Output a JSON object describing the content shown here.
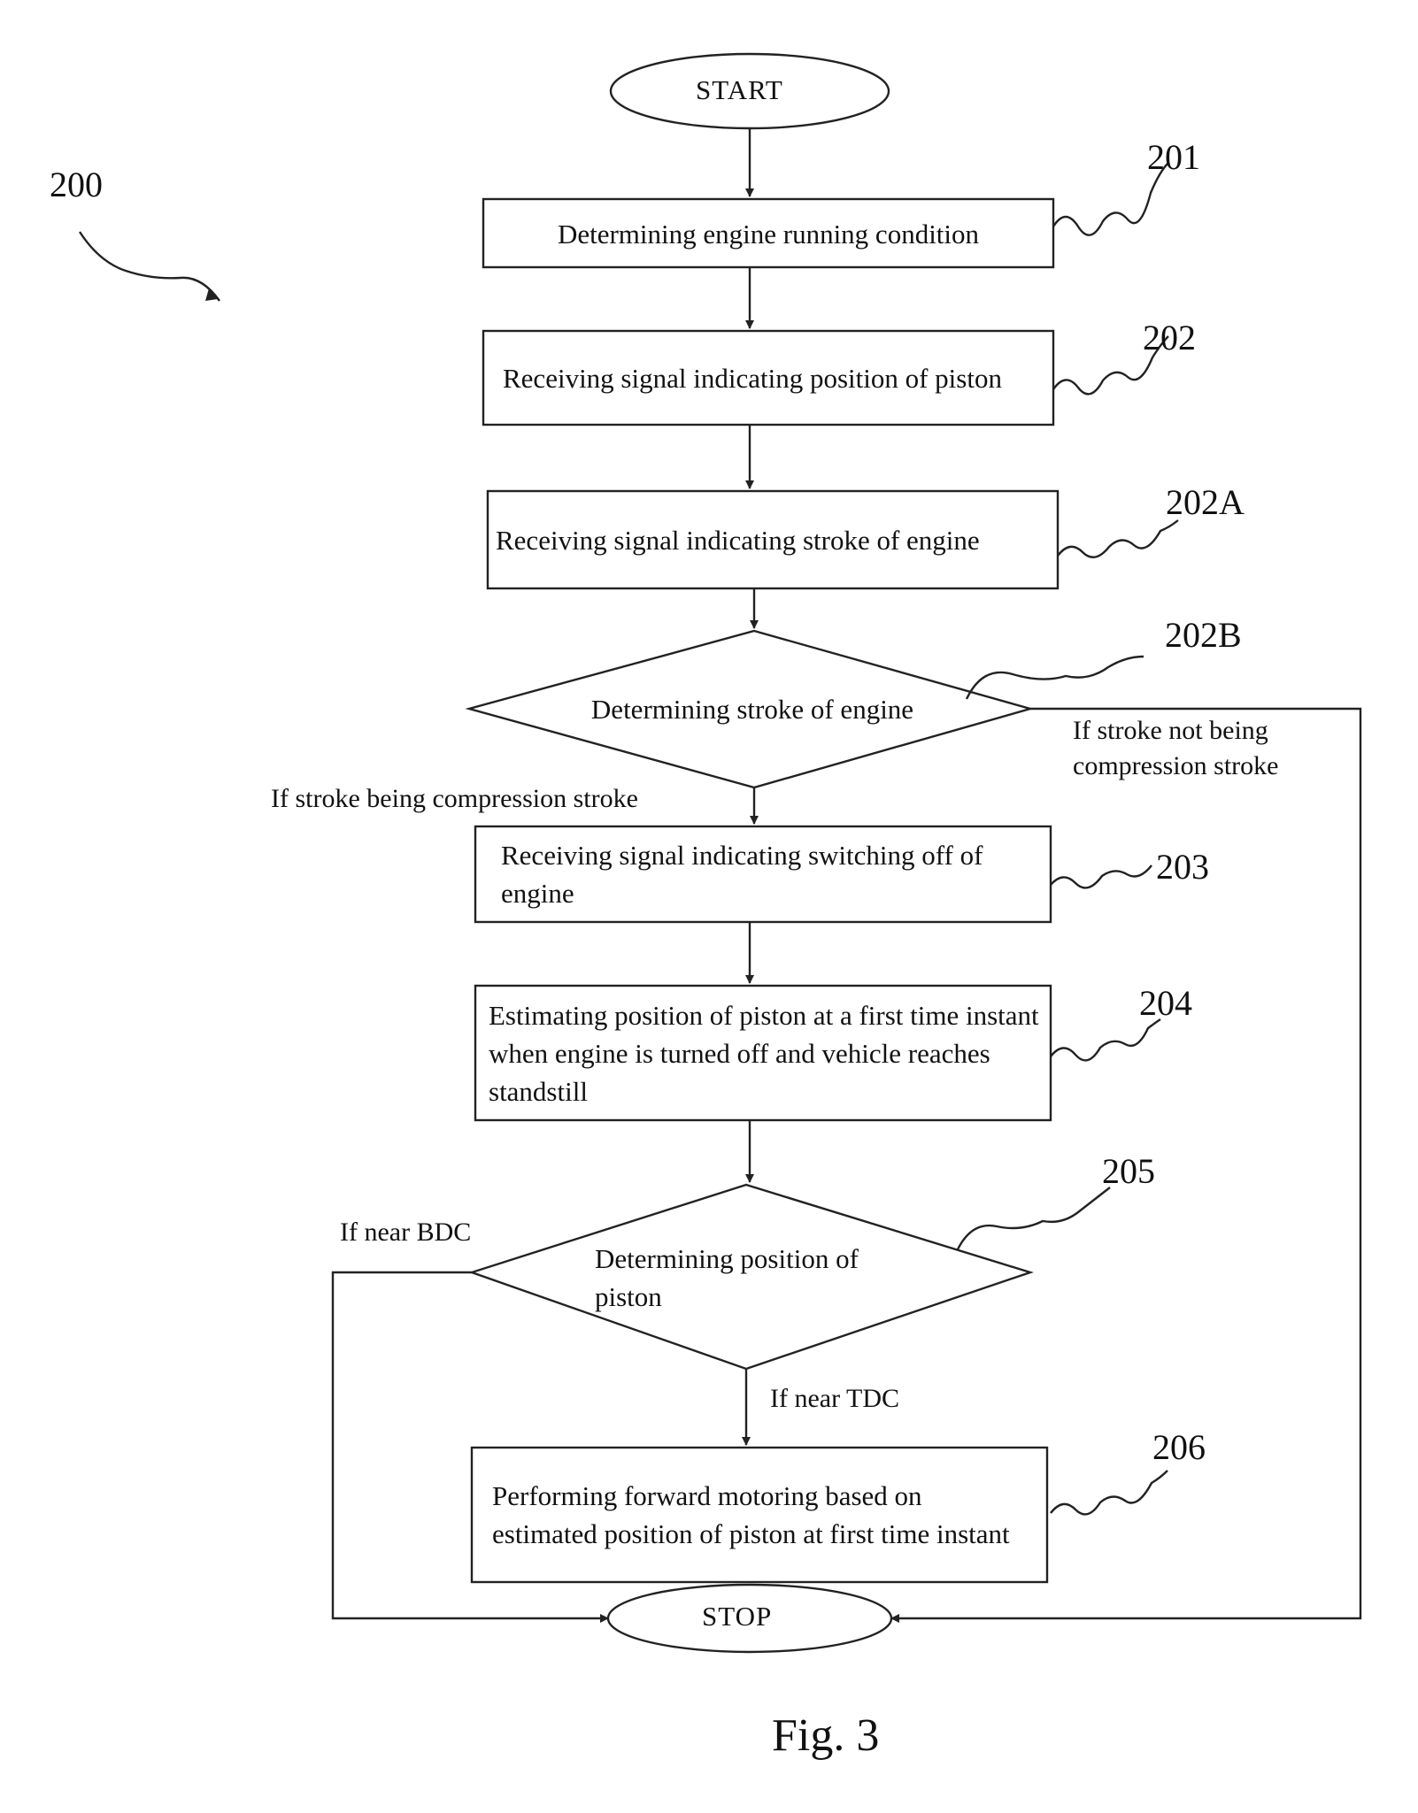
{
  "figure": {
    "ref": "200",
    "caption": "Fig. 3"
  },
  "terminals": {
    "start": "START",
    "stop": "STOP"
  },
  "steps": [
    {
      "ref": "201",
      "text": "Determining engine running condition"
    },
    {
      "ref": "202",
      "text": "Receiving signal indicating position of piston"
    },
    {
      "ref": "202A",
      "text": "Receiving signal indicating stroke of engine"
    },
    {
      "ref": "202B",
      "text": "Determining stroke of engine"
    },
    {
      "ref": "203",
      "text": "Receiving signal indicating switching off of engine"
    },
    {
      "ref": "204",
      "text": "Estimating  position of piston at a first time instant when engine is turned off and vehicle reaches standstill"
    },
    {
      "ref": "205",
      "text": "Determining position of piston"
    },
    {
      "ref": "206",
      "text": "Performing forward motoring based on estimated position of piston at first time instant"
    }
  ],
  "conditions": {
    "compression": "If stroke being compression stroke",
    "not_compression": "If stroke not being compression stroke",
    "near_bdc": "If near BDC",
    "near_tdc": "If near TDC"
  }
}
